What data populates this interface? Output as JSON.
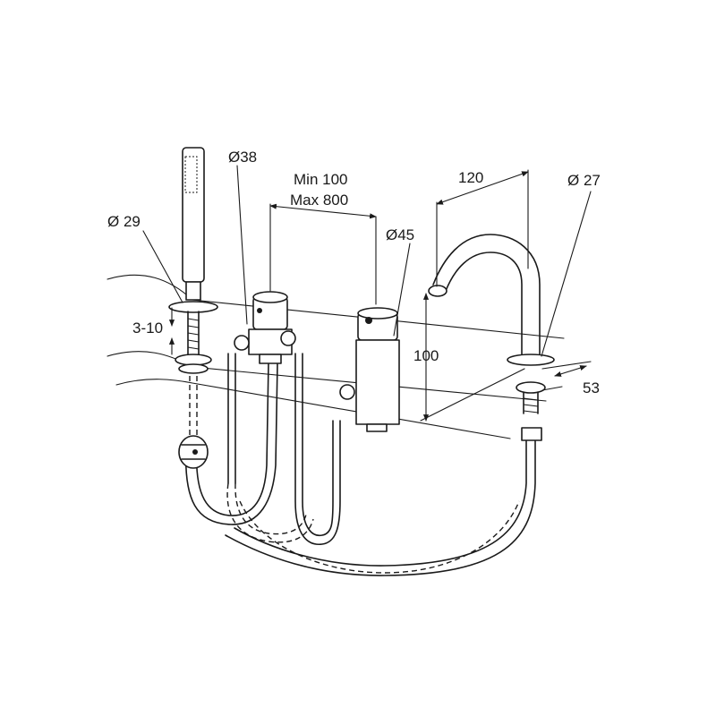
{
  "dimensions": {
    "hand_shower_diameter": "Ø 29",
    "valve_diameter": "Ø38",
    "spacing_min": "Min 100",
    "spacing_max": "Max 800",
    "diverter_diameter": "Ø45",
    "spout_reach": "120",
    "spout_diameter": "Ø 27",
    "spout_height": "100",
    "deck_thickness": "3-10",
    "spout_base": "53"
  }
}
